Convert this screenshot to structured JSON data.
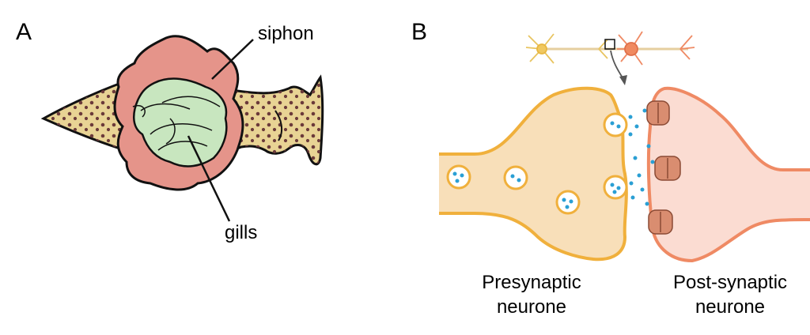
{
  "panel_a": {
    "label": "A",
    "siphon_label": "siphon",
    "gills_label": "gills"
  },
  "panel_b": {
    "label": "B",
    "presynaptic_line1": "Presynaptic",
    "presynaptic_line2": "neurone",
    "postsynaptic_line1": "Post-synaptic",
    "postsynaptic_line2": "neurone"
  },
  "colors": {
    "body_fill": "#e8d394",
    "spots": "#6b3a3a",
    "siphon_fill": "#e5948a",
    "gills_fill": "#c8e6bf",
    "pre_fill": "#f8dfb9",
    "pre_outline": "#f0b03c",
    "post_fill": "#fbdcd2",
    "post_outline": "#ef8a64",
    "vesicle_dots": "#2a9fd4",
    "receptor": "#d98d70"
  }
}
